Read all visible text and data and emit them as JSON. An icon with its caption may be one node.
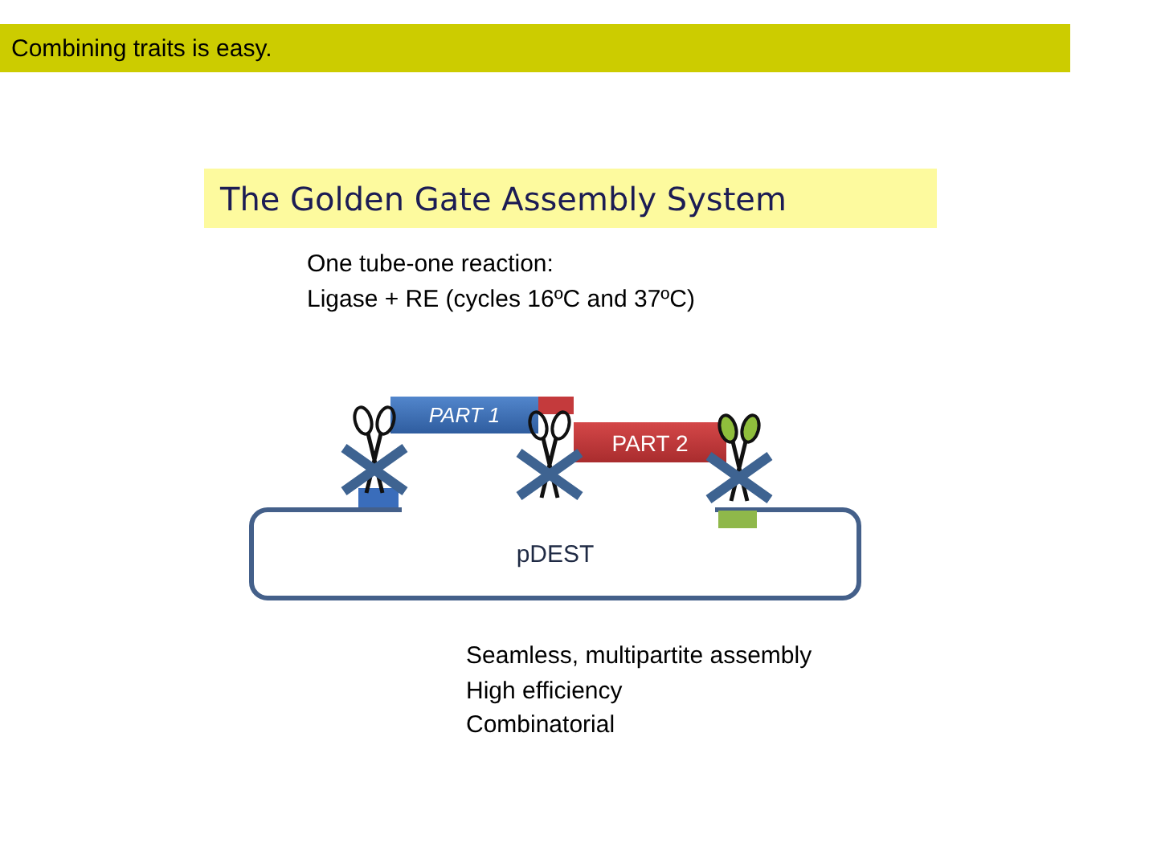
{
  "diagram": {
    "title": "The Golden Gate Assembly System",
    "nodes": [
      {
        "text": [
          "PART 1"
        ]
      },
      {
        "text": [
          "PART 2"
        ]
      },
      {
        "text": [
          "pDEST"
        ]
      }
    ],
    "labels": [
      "Combining traits is easy.",
      "One tube-one reaction:",
      "Ligase + RE (cycles 16ºC and 37ºC)",
      "Seamless, multipartite assembly",
      "High efficiency",
      "Combinatorial"
    ]
  }
}
